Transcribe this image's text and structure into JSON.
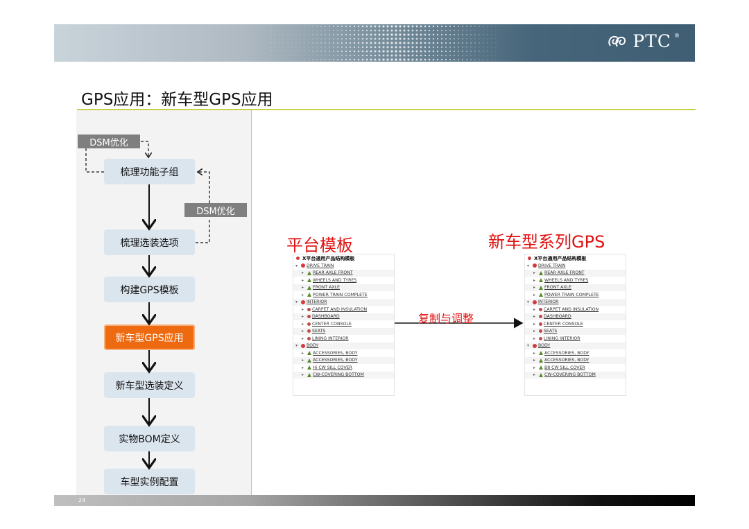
{
  "header": {
    "logo_text": "PTC",
    "logo_reg": "®"
  },
  "title": "GPS应用：新车型GPS应用",
  "flow": {
    "dsm_top": "DSM优化",
    "dsm_mid": "DSM优化",
    "steps": [
      "梳理功能子组",
      "梳理选装选项",
      "构建GPS模板",
      "新车型GPS应用",
      "新车型选装定义",
      "实物BOM定义",
      "车型实例配置"
    ],
    "active_step": "新车型GPS应用"
  },
  "right": {
    "left_heading": "平台模板",
    "right_heading": "新车型系列GPS",
    "arrow_label": "复制与调整"
  },
  "tree_left": {
    "head": "X平台通用产品结构模板",
    "rows": [
      {
        "label": "DRIVE TRAIN",
        "level": 0,
        "icon": "red"
      },
      {
        "label": "REAR AXLE FRONT",
        "level": 1,
        "icon": "tri"
      },
      {
        "label": "WHEELS AND TYRES",
        "level": 1,
        "icon": "tri"
      },
      {
        "label": "FRONT AXLE",
        "level": 1,
        "icon": "tri"
      },
      {
        "label": "POWER TRAIN COMPLETE",
        "level": 1,
        "icon": "tri"
      },
      {
        "label": "INTERIOR",
        "level": 0,
        "icon": "red"
      },
      {
        "label": "CARPET AND INSULATION",
        "level": 1,
        "icon": "node"
      },
      {
        "label": "DASHBOARD",
        "level": 1,
        "icon": "node"
      },
      {
        "label": "CENTER CONSOLE",
        "level": 1,
        "icon": "node"
      },
      {
        "label": "SEATS",
        "level": 1,
        "icon": "node"
      },
      {
        "label": "LINING INTERIOR",
        "level": 1,
        "icon": "node"
      },
      {
        "label": "BODY",
        "level": 0,
        "icon": "red"
      },
      {
        "label": "ACCESSORIES, BODY",
        "level": 1,
        "icon": "tri"
      },
      {
        "label": "ACCESSORIES, BODY",
        "level": 1,
        "icon": "tri"
      },
      {
        "label": "Hi CW SILL COVER",
        "level": 1,
        "icon": "tri"
      },
      {
        "label": "CW-COVERING BOTTOM",
        "level": 1,
        "icon": "tri"
      }
    ]
  },
  "tree_right": {
    "head": "X平台通用产品结构模板",
    "rows": [
      {
        "label": "DRIVE TRAIN",
        "level": 0,
        "icon": "red"
      },
      {
        "label": "REAR AXLE FRONT",
        "level": 1,
        "icon": "tri"
      },
      {
        "label": "WHEELS AND TYRES",
        "level": 1,
        "icon": "tri"
      },
      {
        "label": "FRONT AXLE",
        "level": 1,
        "icon": "tri"
      },
      {
        "label": "POWER TRAIN COMPLETE",
        "level": 1,
        "icon": "tri"
      },
      {
        "label": "INTERIOR",
        "level": 0,
        "icon": "red"
      },
      {
        "label": "CARPET AND INSULATION",
        "level": 1,
        "icon": "node"
      },
      {
        "label": "DASHBOARD",
        "level": 1,
        "icon": "node"
      },
      {
        "label": "CENTER CONSOLE",
        "level": 1,
        "icon": "node"
      },
      {
        "label": "SEATS",
        "level": 1,
        "icon": "node"
      },
      {
        "label": "LINING INTERIOR",
        "level": 1,
        "icon": "node"
      },
      {
        "label": "BODY",
        "level": 0,
        "icon": "red"
      },
      {
        "label": "ACCESSORIES, BODY",
        "level": 1,
        "icon": "tri"
      },
      {
        "label": "ACCESSORIES, BODY",
        "level": 1,
        "icon": "tri"
      },
      {
        "label": "B8 CW SILL COVER",
        "level": 1,
        "icon": "tri"
      },
      {
        "label": "CW-COVERING BOTTOM",
        "level": 1,
        "icon": "tri"
      }
    ]
  },
  "footer": {
    "page_number": "24"
  }
}
